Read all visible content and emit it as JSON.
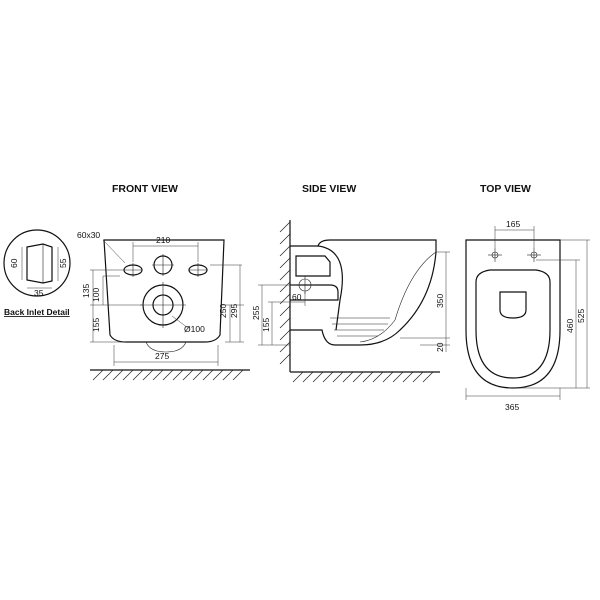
{
  "titles": {
    "front": "FRONT VIEW",
    "side": "SIDE VIEW",
    "top": "TOP VIEW"
  },
  "detail": {
    "label": "Back Inlet Detail",
    "height_left": "60",
    "height_right": "55",
    "width_bottom": "35"
  },
  "front": {
    "slot_size": "60x30",
    "width_top": "210",
    "width_bottom": "275",
    "outlet_diameter": "Ø100",
    "left_dim_135": "135",
    "left_dim_100": "100",
    "left_dim_155": "155",
    "right_dim_250": "250",
    "right_dim_295": "295"
  },
  "side": {
    "dim_60": "60",
    "dim_255": "255",
    "dim_155": "155",
    "dim_350": "350",
    "dim_20": "20"
  },
  "top": {
    "width_top": "165",
    "width_bottom": "365",
    "dim_460": "460",
    "dim_525": "525"
  }
}
